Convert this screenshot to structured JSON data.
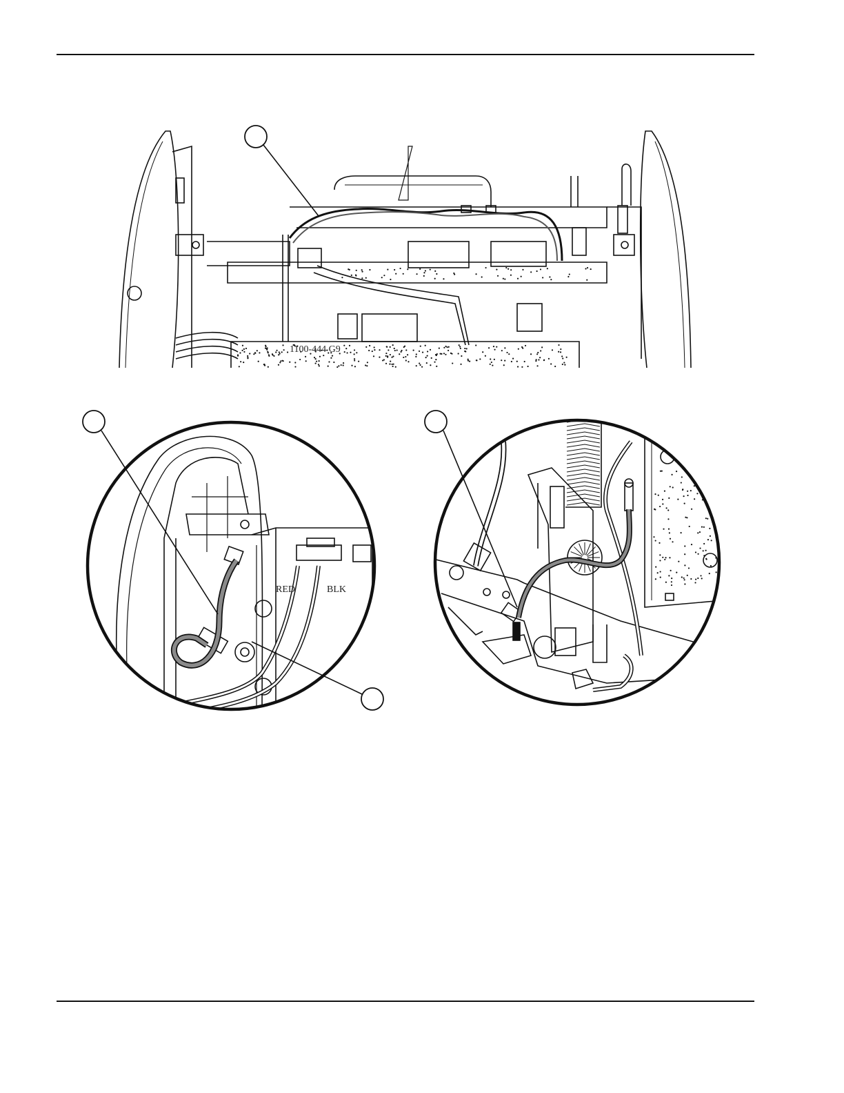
{
  "labels": {
    "red_wire": "RED",
    "black_wire": "BLK",
    "board_marking": "1100-444 G9"
  },
  "colors": {
    "line": "#111111",
    "wire_gray": "#8a8a8a",
    "background": "#ffffff"
  }
}
